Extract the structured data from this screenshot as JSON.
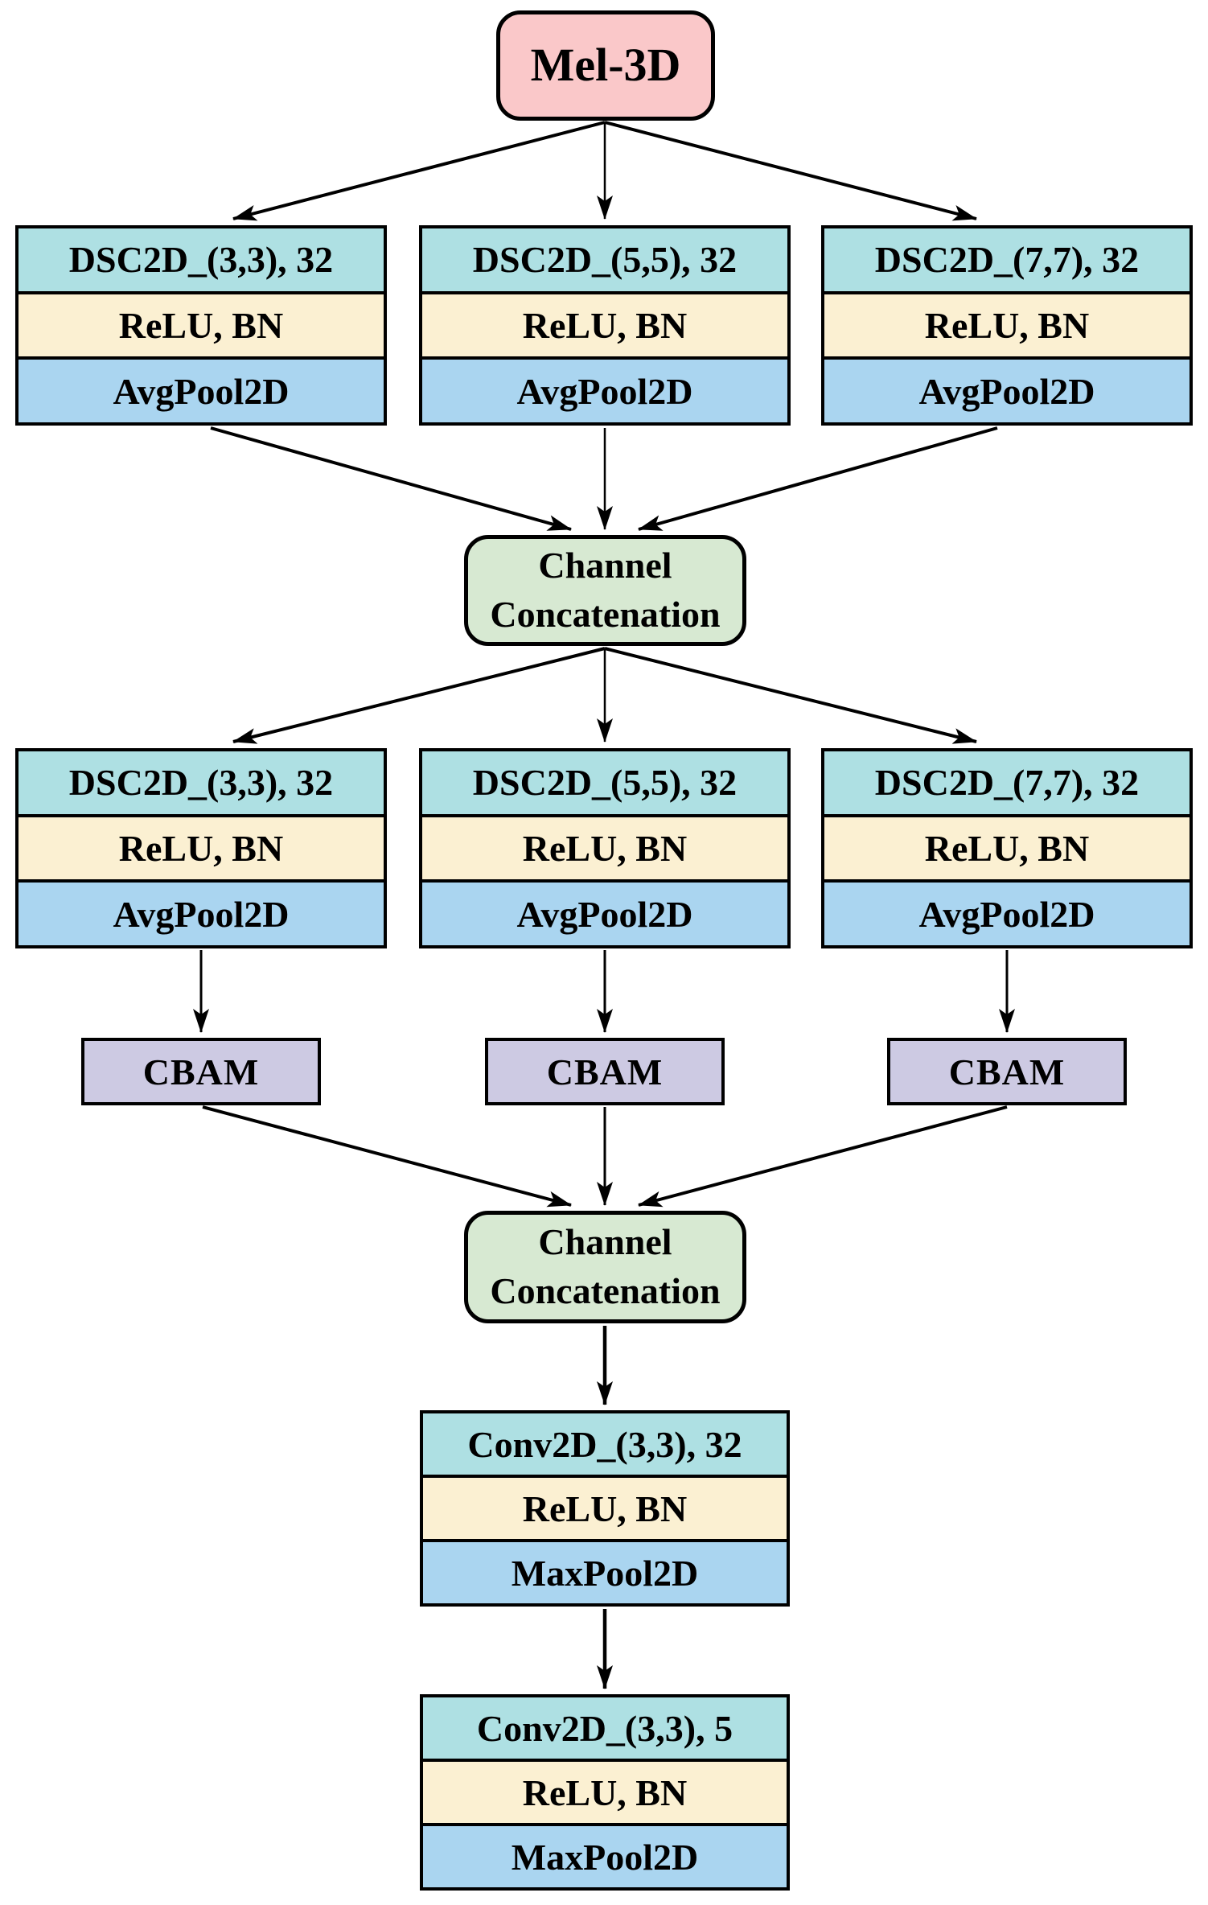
{
  "diagram": {
    "input": {
      "label": "Mel-3D"
    },
    "branch_row_1": [
      {
        "conv": "DSC2D_(3,3), 32",
        "act": "ReLU, BN",
        "pool": "AvgPool2D"
      },
      {
        "conv": "DSC2D_(5,5), 32",
        "act": "ReLU, BN",
        "pool": "AvgPool2D"
      },
      {
        "conv": "DSC2D_(7,7), 32",
        "act": "ReLU, BN",
        "pool": "AvgPool2D"
      }
    ],
    "concat_1": {
      "line1": "Channel",
      "line2": "Concatenation"
    },
    "branch_row_2": [
      {
        "conv": "DSC2D_(3,3), 32",
        "act": "ReLU, BN",
        "pool": "AvgPool2D"
      },
      {
        "conv": "DSC2D_(5,5), 32",
        "act": "ReLU, BN",
        "pool": "AvgPool2D"
      },
      {
        "conv": "DSC2D_(7,7), 32",
        "act": "ReLU, BN",
        "pool": "AvgPool2D"
      }
    ],
    "cbam": [
      {
        "label": "CBAM"
      },
      {
        "label": "CBAM"
      },
      {
        "label": "CBAM"
      }
    ],
    "concat_2": {
      "line1": "Channel",
      "line2": "Concatenation"
    },
    "head_blocks": [
      {
        "conv": "Conv2D_(3,3), 32",
        "act": "ReLU, BN",
        "pool": "MaxPool2D"
      },
      {
        "conv": "Conv2D_(3,3), 5",
        "act": "ReLU, BN",
        "pool": "MaxPool2D"
      }
    ],
    "colors": {
      "input_fill": "#FAC8C9",
      "conv_fill": "#AEE0E3",
      "act_fill": "#FBF0D2",
      "pool_fill": "#AAD5F0",
      "concat_fill": "#D7E9D2",
      "cbam_fill": "#CDCAE3",
      "border": "#000000",
      "background": "#FFFFFF"
    }
  }
}
